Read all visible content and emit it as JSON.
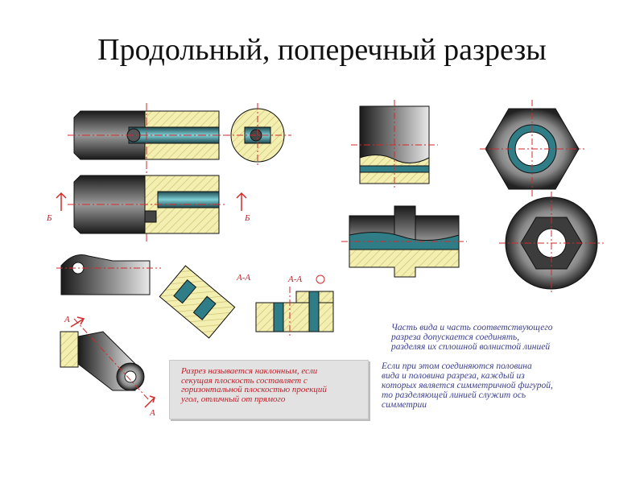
{
  "title": "Продольный, поперечный разрезы",
  "labels": {
    "section_b": "Б",
    "section_aa": "А-А",
    "section_a": "А"
  },
  "notes": {
    "part_join": [
      "Часть вида и часть соответствующего",
      "разреза допускается соединять,",
      "разделяя их сплошной волнистой линией"
    ],
    "half_join": [
      "Если при этом соединяются половина",
      "вида и половина разреза, каждый из",
      "которых является симметричной фигурой,",
      "то разделяющей линией служит ось",
      "симметрии"
    ],
    "inclined": [
      "Разрез называется наклонным, если",
      "секущая плоскость составляет с",
      "горизонтальной плоскостью проекций",
      "угол, отличный от прямого"
    ]
  },
  "colors": {
    "section_fill": "#f3efb0",
    "hatch": "#c9b96a",
    "metal_dark": "#2a2a2a",
    "cavity": "#2f7d86",
    "axis_red": "#d22a2a",
    "note_blue": "#3b3f8f",
    "note_red": "#c0202a"
  }
}
